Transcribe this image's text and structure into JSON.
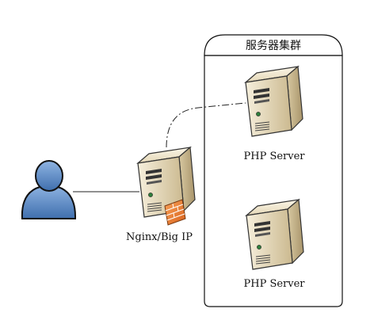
{
  "cluster": {
    "title": "服务器集群"
  },
  "nodes": {
    "user": {
      "icon": "user-icon"
    },
    "load_balancer": {
      "label": "Nginx/Big IP",
      "icon": "server-firewall-icon"
    },
    "php_server_top": {
      "label": "PHP Server",
      "icon": "server-icon"
    },
    "php_server_bottom": {
      "label": "PHP Server",
      "icon": "server-icon"
    }
  },
  "colors": {
    "server_body": "#e8dcc0",
    "server_front": "#f4ecd6",
    "server_shadow": "#b9a67e",
    "user_fill": "#5f8fc8",
    "firewall": "#e8843a"
  }
}
